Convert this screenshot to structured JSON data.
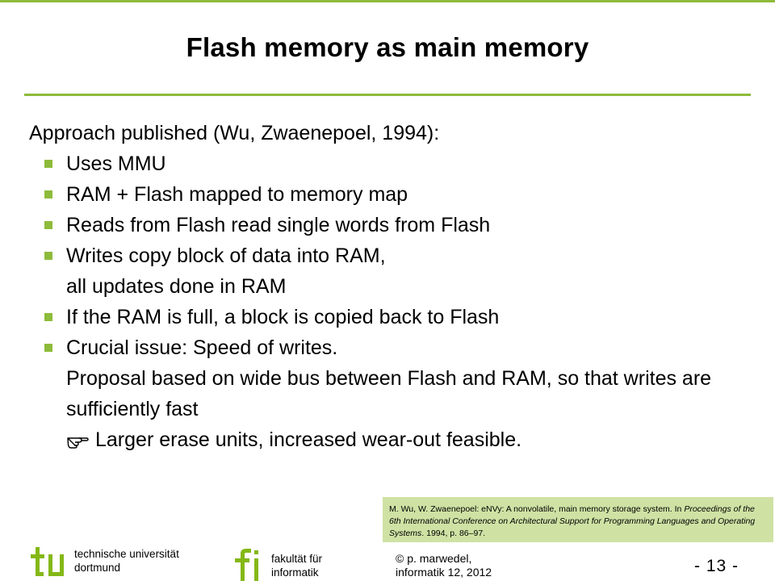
{
  "slide": {
    "title": "Flash memory as main memory",
    "intro": "Approach published (Wu, Zwaenepoel, 1994):",
    "bullets": [
      {
        "text": "Uses MMU"
      },
      {
        "text": "RAM + Flash mapped to memory map"
      },
      {
        "text": "Reads from Flash read single words from Flash"
      },
      {
        "text": "Writes copy block of data into RAM,",
        "sub": "all updates done in RAM"
      },
      {
        "text": "If the RAM is full, a block is copied back to Flash"
      },
      {
        "text": "Crucial issue: Speed of writes.",
        "sub": "Proposal based on wide bus between Flash and RAM, so that writes are sufficiently fast",
        "result": "Larger erase units, increased wear-out feasible."
      }
    ]
  },
  "reference": {
    "authors": "M. Wu, W. Zwaenepoel: eNVy: A nonvolatile, main memory storage system. In",
    "venue": "Proceedings of the 6th International Conference on Architectural Support for Programming Languages and Operating Systems",
    "details": ". 1994, p. 86–97."
  },
  "footer": {
    "tu_logo": "tu",
    "uni_line1": "technische universität",
    "uni_line2": "dortmund",
    "fi_logo": "fi",
    "fak_line1": "fakultät für",
    "fak_line2": "informatik",
    "author_line1": "© p. marwedel,",
    "author_line2": "informatik 12,  2012",
    "page": "- 13 -"
  },
  "colors": {
    "accent": "#8dbb3a",
    "reference_bg": "#cfe2a4",
    "logo_green": "#84b817"
  },
  "icons": {
    "bullet": "square-bullet-icon",
    "result": "pointing-hand-icon"
  }
}
